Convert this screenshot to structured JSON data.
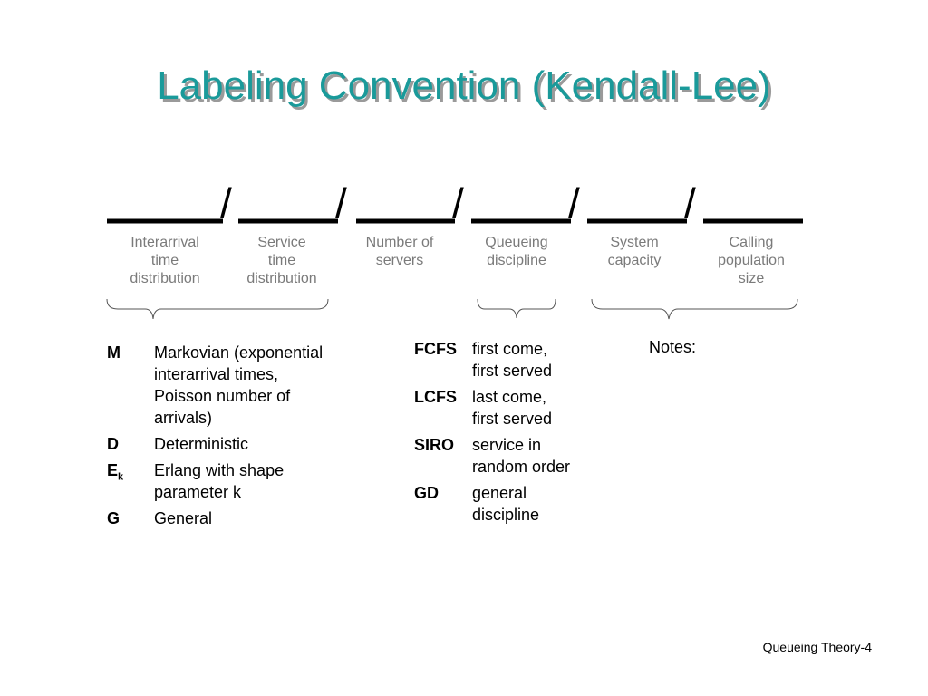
{
  "title": "Labeling Convention (Kendall-Lee)",
  "slash": "/",
  "fields": [
    {
      "label": "Interarrival\ntime\ndistribution"
    },
    {
      "label": "Service\ntime\ndistribution"
    },
    {
      "label": "Number of\nservers"
    },
    {
      "label": "Queueing\ndiscipline"
    },
    {
      "label": "System\ncapacity"
    },
    {
      "label": "Calling\npopulation\nsize"
    }
  ],
  "arrival_codes": [
    {
      "code": "M",
      "desc": "Markovian (exponential\ninterarrival times,\nPoisson number of\narrivals)"
    },
    {
      "code": "D",
      "desc": "Deterministic"
    },
    {
      "code": "E",
      "sub": "k",
      "desc": "Erlang with shape\nparameter k"
    },
    {
      "code": "G",
      "desc": "General"
    }
  ],
  "discipline_codes": [
    {
      "code": "FCFS",
      "desc": "first come,\nfirst served"
    },
    {
      "code": "LCFS",
      "desc": "last come,\nfirst served"
    },
    {
      "code": "SIRO",
      "desc": "service in\nrandom order"
    },
    {
      "code": "GD",
      "desc": "general\ndiscipline"
    }
  ],
  "notes_label": "Notes:",
  "footer": "Queueing Theory-4"
}
